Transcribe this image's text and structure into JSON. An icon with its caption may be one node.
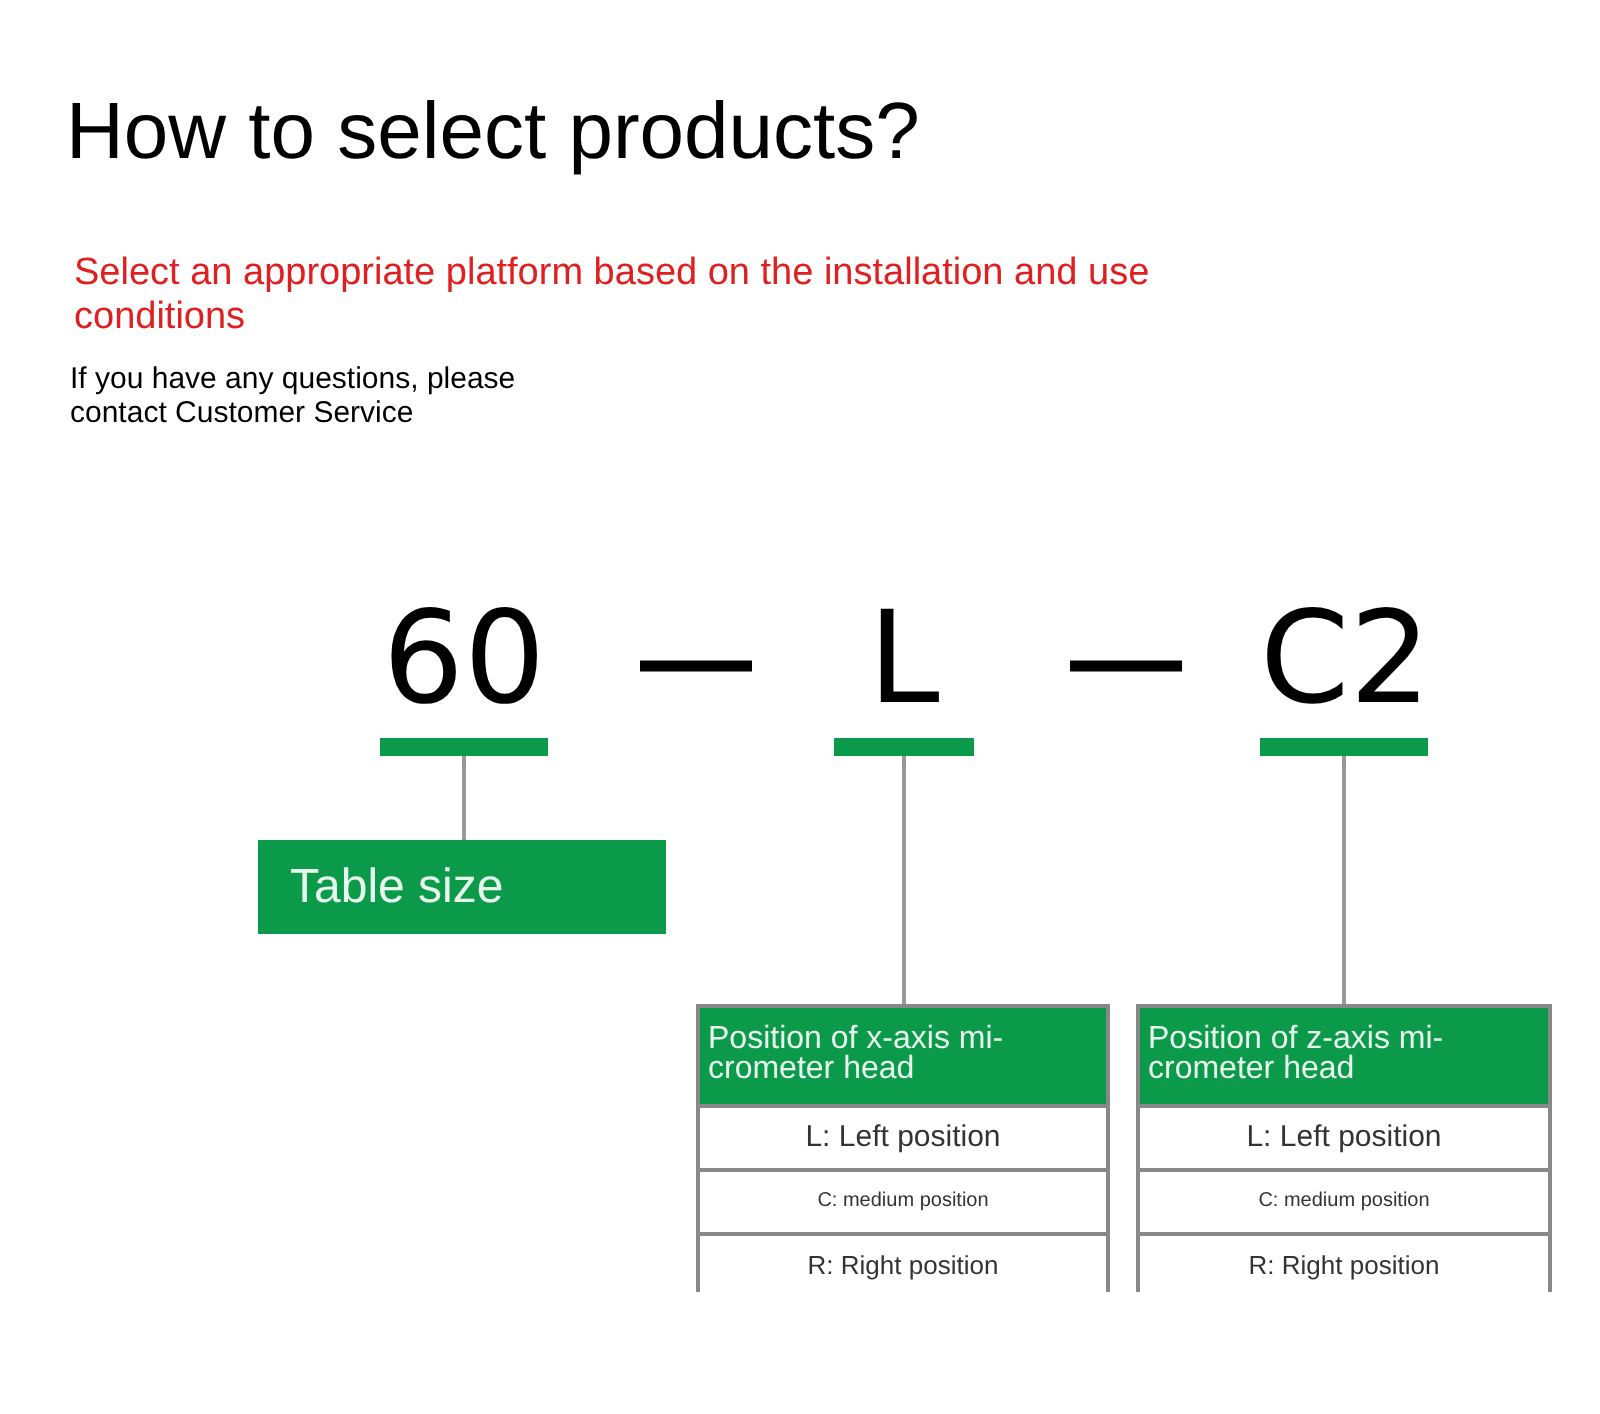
{
  "diagram": {
    "title": "How to select products?",
    "nodes": [
      {
        "text": [
          "60"
        ]
      },
      {
        "text": [
          "Table size"
        ]
      },
      {
        "text": [
          "L"
        ]
      },
      {
        "text": [
          "Position of x-axis mi- crometer head"
        ]
      },
      {
        "text": [
          "L: Left position"
        ],
        "in": 3
      },
      {
        "text": [
          "C: medium position"
        ],
        "in": 3
      },
      {
        "text": [
          "R: Right position"
        ],
        "in": 3
      },
      {
        "text": [
          "C2"
        ]
      },
      {
        "text": [
          "Position of z-axis mi- crometer head"
        ]
      },
      {
        "text": [
          "L: Left position"
        ],
        "in": 8
      },
      {
        "text": [
          "C: medium position"
        ],
        "in": 8
      },
      {
        "text": [
          "R: Right position"
        ],
        "in": 8
      }
    ],
    "edges": [
      {
        "from": 0,
        "to": 1,
        "arrow": "none"
      },
      {
        "from": 2,
        "to": 3,
        "arrow": "none"
      },
      {
        "from": 7,
        "to": 8,
        "arrow": "none"
      }
    ],
    "labels": [
      "Select an appropriate platform based on the installation and use conditions",
      "If you have any questions, please contact Customer Service",
      "—",
      "—"
    ]
  }
}
